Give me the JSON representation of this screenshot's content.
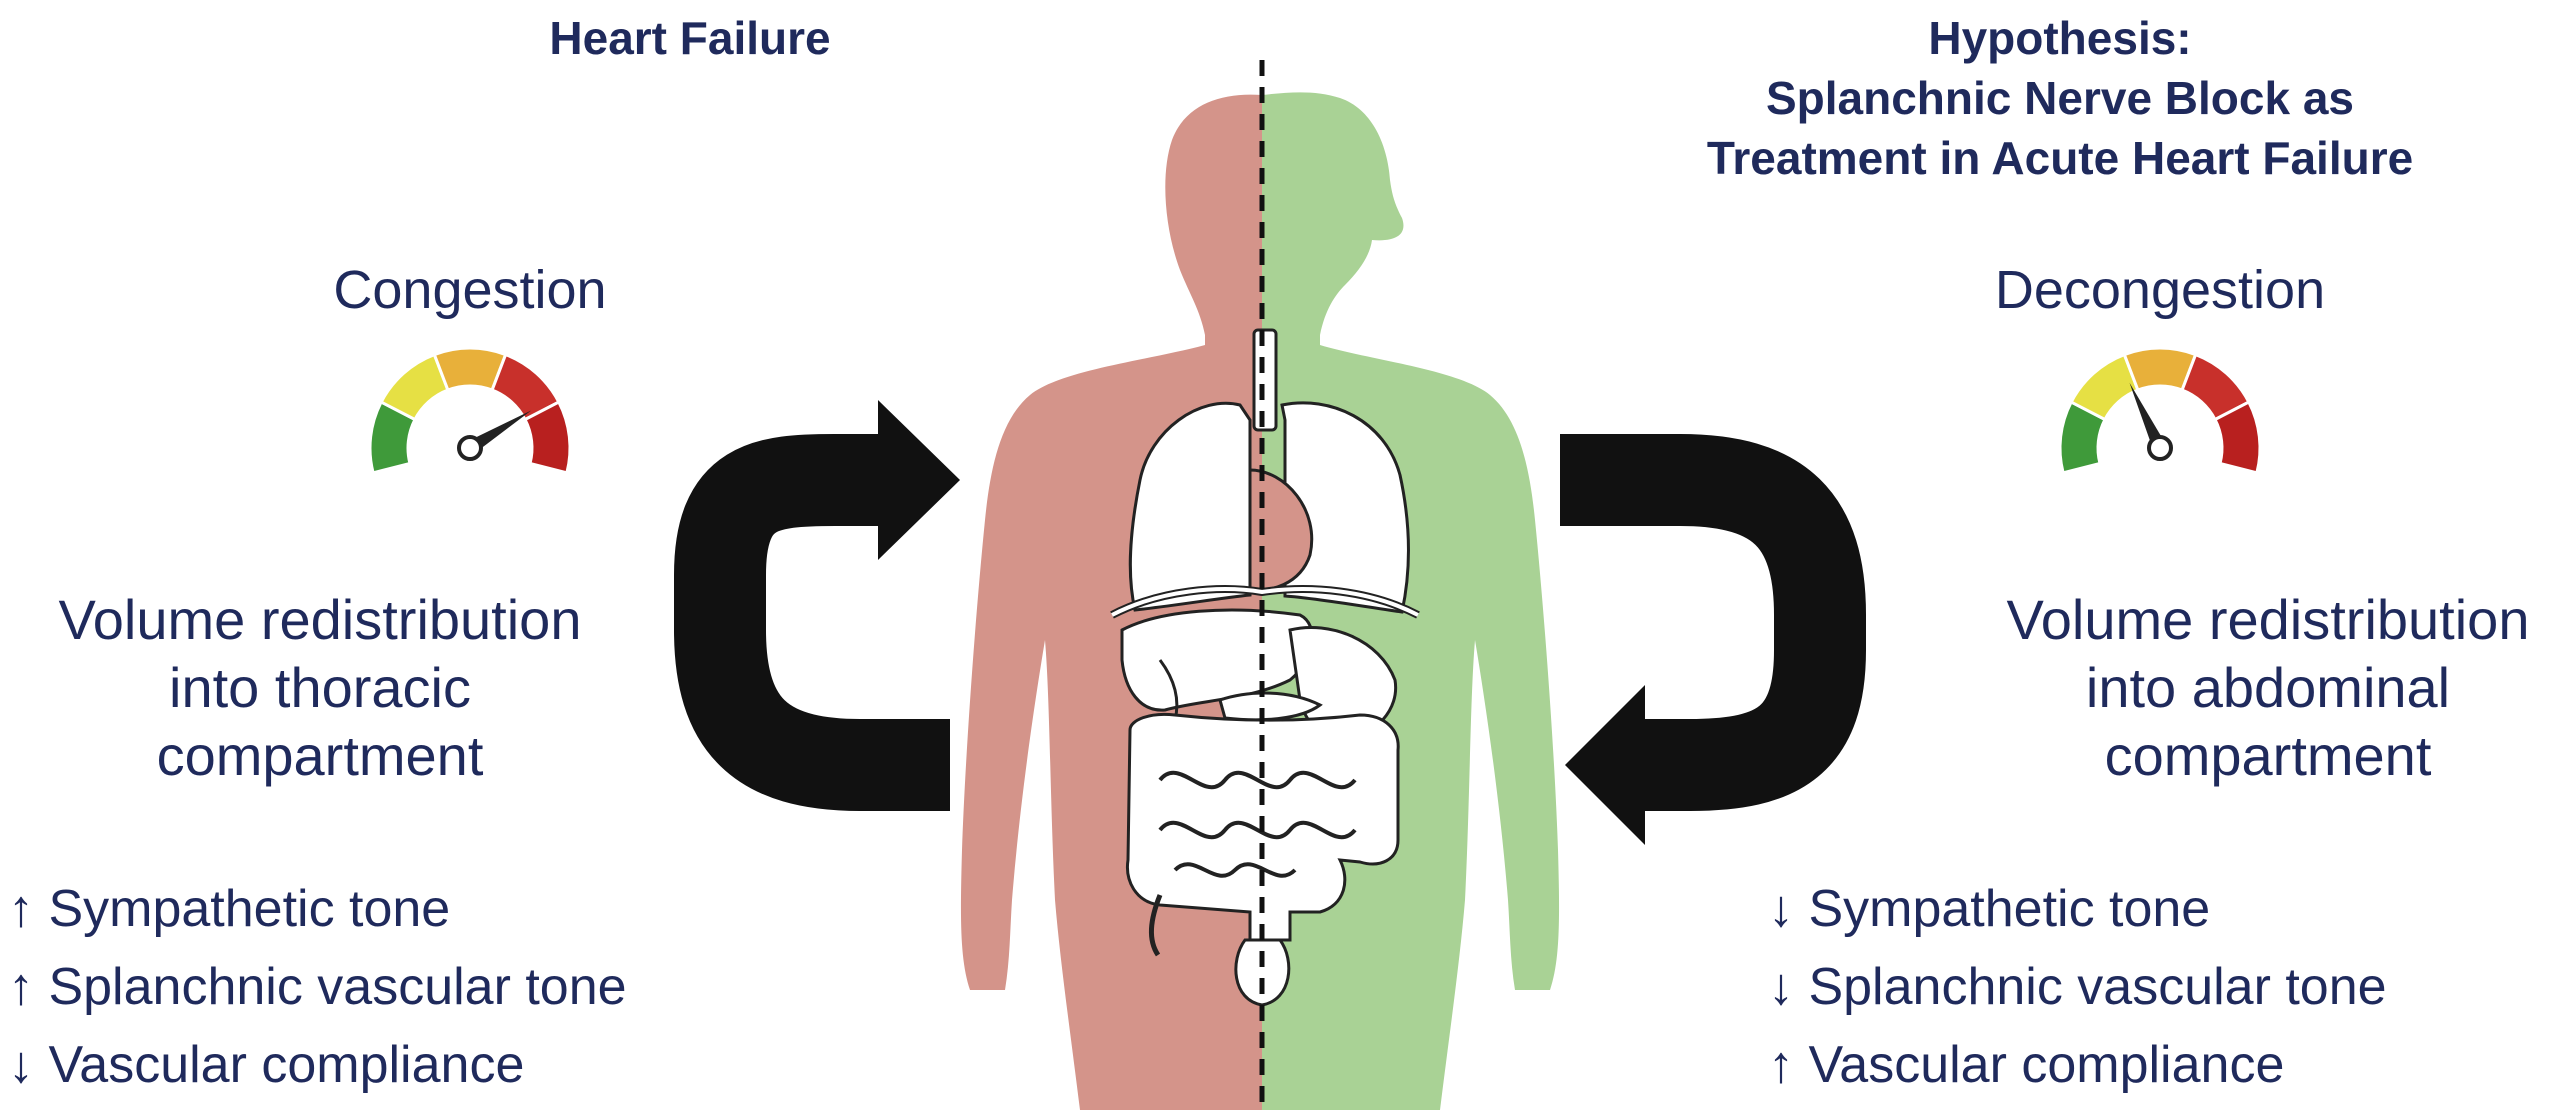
{
  "left": {
    "title": "Heart Failure",
    "state": "Congestion",
    "desc_lines": [
      "Volume redistribution",
      "into thoracic",
      "compartment"
    ],
    "effects": [
      "↑ Sympathetic tone",
      "↑ Splanchnic vascular tone",
      "↓ Vascular compliance"
    ],
    "body_color": "#d4948a",
    "gauge_level": 0.78
  },
  "right": {
    "title_lines": [
      "Hypothesis:",
      "Splanchnic Nerve Block as",
      "Treatment in Acute Heart Failure"
    ],
    "state": "Decongestion",
    "desc_lines": [
      "Volume redistribution",
      "into abdominal",
      "compartment"
    ],
    "effects": [
      "↓ Sympathetic tone",
      "↓ Splanchnic vascular tone",
      "↑ Vascular compliance"
    ],
    "body_color": "#a9d295",
    "gauge_level": 0.38
  },
  "colors": {
    "text": "#1f2a5c",
    "arrow": "#111111",
    "gauge": [
      "#3f9a3a",
      "#e6e044",
      "#e8b03a",
      "#c8302b",
      "#b8201f"
    ]
  }
}
